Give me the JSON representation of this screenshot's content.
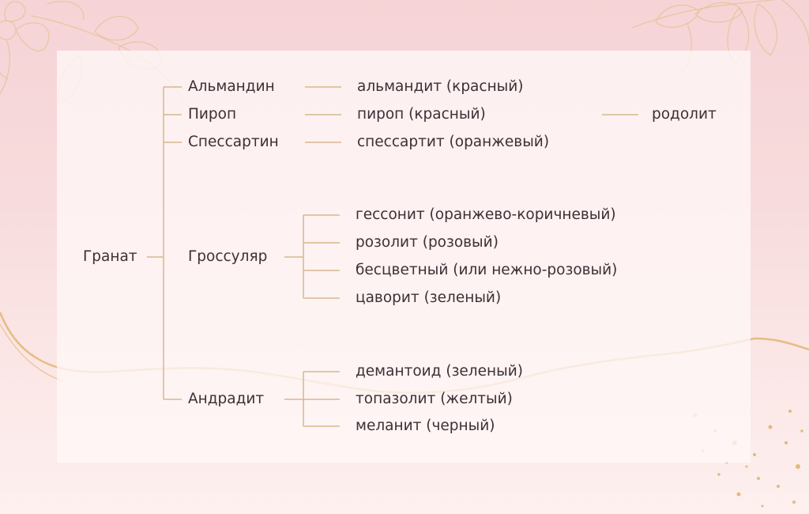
{
  "colors": {
    "connector": "#d7b88e",
    "text": "#3e2f34",
    "gold": "#e1b572"
  },
  "diagram": {
    "root": "Гранат",
    "species": {
      "almandine": "Альмандин",
      "pyrope": "Пироп",
      "spessartine": "Спессартин",
      "grossular": "Гроссуляр",
      "andradite": "Андрадит"
    },
    "varieties": {
      "almandine": [
        "альмандит (красный)"
      ],
      "pyrope": [
        "пироп (красный)"
      ],
      "spessartine": [
        "спессартит (оранжевый)"
      ],
      "grossular": [
        "гессонит (оранжево-коричневый)",
        "розолит (розовый)",
        "бесцветный (или нежно-розовый)",
        "цаворит (зеленый)"
      ],
      "andradite": [
        "демантоид (зеленый)",
        "топазолит (желтый)",
        "меланит (черный)"
      ]
    },
    "rhodolite": "родолит"
  }
}
